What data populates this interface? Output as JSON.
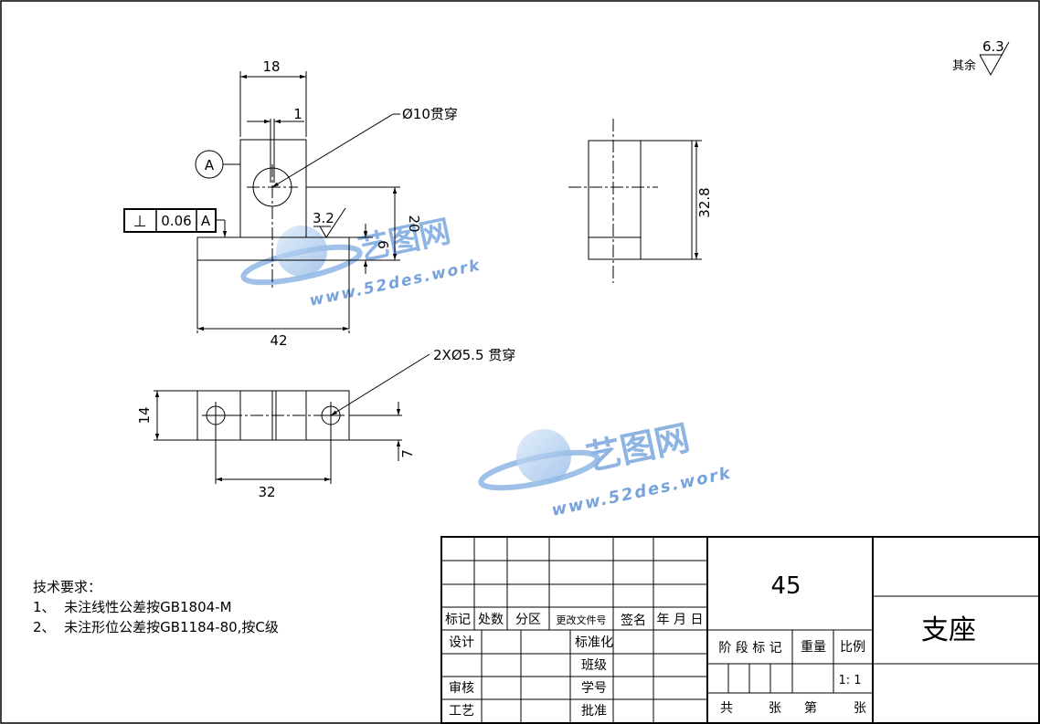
{
  "roughness": {
    "rest_label": "其余",
    "rest_value": "6.3",
    "local_value": "3.2"
  },
  "dimensions": {
    "top_width": "18",
    "slot_width": "1",
    "hole_note": "Ø10贯穿",
    "datum": "A",
    "height_20": "20",
    "height_6": "6",
    "base_width": "42",
    "side_height": "32.8",
    "holes_note": "2XØ5.5 贯穿",
    "plan_depth": "14",
    "hole_offset": "7",
    "hole_spacing": "32"
  },
  "tolerance_frame": {
    "symbol": "⊥",
    "value": "0.06",
    "datum": "A"
  },
  "watermark": {
    "logo": "艺图网",
    "url": "www.52des.work"
  },
  "notes": {
    "title": "技术要求：",
    "item1": "1、  未注线性公差按GB1804-M",
    "item2": "2、  未注形位公差按GB1184-80,按C级"
  },
  "title_block": {
    "material": "45",
    "part_name": "支座",
    "h_mark": "标记",
    "h_count": "处数",
    "h_zone": "分区",
    "h_docno": "更改文件号",
    "h_sign": "签名",
    "h_date": "年 月 日",
    "design": "设计",
    "standard": "标准化",
    "class": "班级",
    "review": "审核",
    "student_no": "学号",
    "process": "工艺",
    "approve": "批准",
    "stage": "阶 段 标 记",
    "weight": "重量",
    "scale_label": "比例",
    "scale": "1: 1",
    "total": "共",
    "sheet": "张",
    "page": "第",
    "sheet2": "张"
  }
}
